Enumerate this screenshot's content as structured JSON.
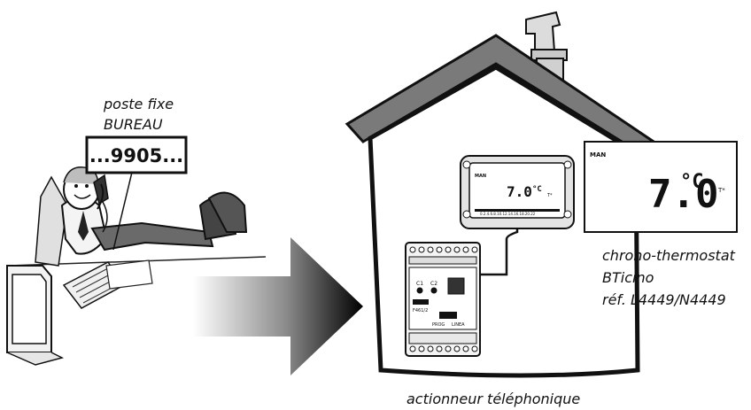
{
  "phone_label": {
    "line1": "poste fixe",
    "line2": "BUREAU"
  },
  "phone_number": "...9905...",
  "thermostat": {
    "mode": "MAN",
    "temperature": "7.0",
    "unit": "°C",
    "tstar": "T*",
    "scale": "0.2.4.6.8.10.12.14.16.18.20.22"
  },
  "actuator": {
    "model": "F461/2",
    "c1": "C1",
    "c2": "C2",
    "prog": "PROG",
    "linea": "LINEA"
  },
  "thermostat_label": {
    "line1": "chrono-thermostat",
    "line2": "BTicino",
    "line3": "réf. L4449/N4449"
  },
  "actuator_label": "actionneur téléphonique"
}
